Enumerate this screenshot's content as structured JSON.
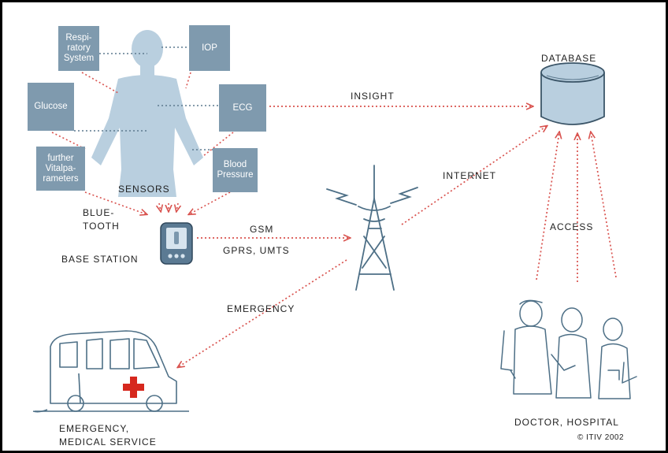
{
  "colors": {
    "sensor_box": "#7f9aae",
    "body_fill": "#b9cfdf",
    "arrow_red": "#d9534f",
    "sketch_blue": "#4d6f86",
    "cross_red": "#d6281e"
  },
  "sensors": {
    "respiratory": "Respi-\nratory\nSystem",
    "iop": "IOP",
    "glucose": "Glucose",
    "ecg": "ECG",
    "vital": "further\nVitalpa-\nrameters",
    "blood_pressure": "Blood\nPressure"
  },
  "labels": {
    "sensors": "SENSORS",
    "bluetooth": "BLUE-\nTOOTH",
    "base_station": "BASE STATION",
    "gsm": "GSM",
    "gprs": "GPRS, UMTS",
    "emergency": "EMERGENCY",
    "insight": "INSIGHT",
    "internet": "INTERNET",
    "database": "DATABASE",
    "access": "ACCESS",
    "emergency_service": "EMERGENCY,\nMEDICAL SERVICE",
    "doctor": "DOCTOR, HOSPITAL",
    "copyright": "© ITIV 2002"
  },
  "icons": [
    "human-body-icon",
    "pda-base-station-icon",
    "antenna-tower-icon",
    "database-cylinder-icon",
    "ambulance-icon",
    "doctors-group-icon"
  ]
}
